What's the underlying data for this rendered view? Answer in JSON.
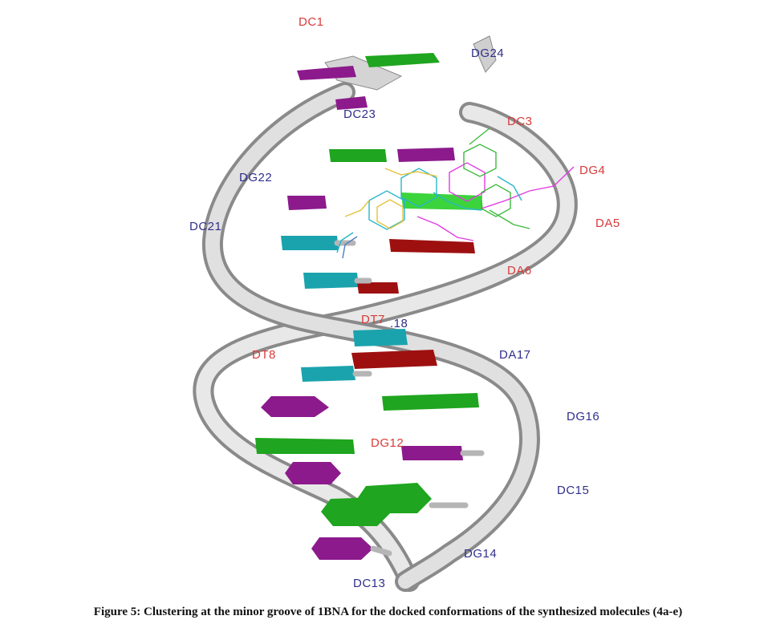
{
  "colors": {
    "backbone": "#d9d9d9",
    "backbone_edge": "#8a8a8a",
    "guanine": "#1fa51f",
    "cytosine": "#8c1a8c",
    "thymine": "#1aa3ad",
    "adenine": "#9e1010",
    "label_strand_a": "#d93a3a",
    "label_strand_b": "#2f2f8c",
    "ligand_cyan": "#29b6c9",
    "ligand_magenta": "#e23be2",
    "ligand_yellow": "#e3c23a",
    "ligand_green": "#3dbb3d"
  },
  "labels": {
    "dc1": "DC1",
    "dg24": "DG24",
    "dc23": "DC23",
    "dc3": "DC3",
    "dg22": "DG22",
    "dg4": "DG4",
    "dc21": "DC21",
    "da5": "DA5",
    "da6": "DA6",
    "dt7": "DT7",
    "t18_partial": ".18",
    "da17": "DA17",
    "dt8": "DT8",
    "dg16": "DG16",
    "dg12": "DG12",
    "dc15": "DC15",
    "dg14": "DG14",
    "dc13": "DC13"
  },
  "caption": "Figure 5: Clustering at the minor groove of 1BNA for the docked conformations of the synthesized molecules (4a-e)"
}
